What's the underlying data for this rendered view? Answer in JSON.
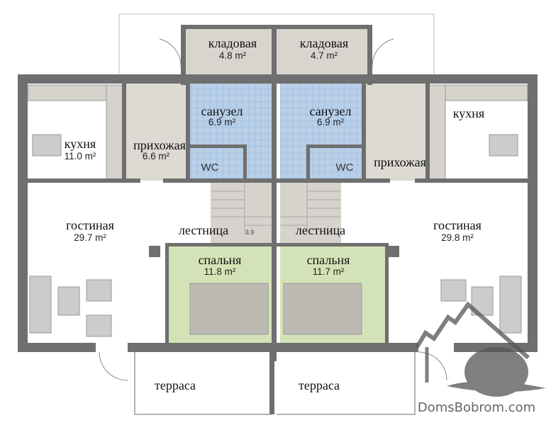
{
  "colors": {
    "wall": "#6f6f6f",
    "storage": "#d8d5ce",
    "bath": "#b8cfe8",
    "hall": "#dddad4",
    "bedroom": "#d4e3b7",
    "stairs": "#d6d3cc"
  },
  "rooms": {
    "storage_left": {
      "name": "кладовая",
      "area": "4.8 m²"
    },
    "storage_right": {
      "name": "кладовая",
      "area": "4.7 m²"
    },
    "bath_left": {
      "name": "санузел",
      "area": "6.9 m²",
      "wc": "WC"
    },
    "bath_right": {
      "name": "санузел",
      "area": "6.9 m²",
      "wc": "WC"
    },
    "kitchen_left": {
      "name": "кухня",
      "area": "11.0 m²"
    },
    "kitchen_right": {
      "name": "кухня"
    },
    "hall_left": {
      "name": "прихожая",
      "area": "6.6 m²"
    },
    "hall_right": {
      "name": "прихожая"
    },
    "living_left": {
      "name": "гостиная",
      "area": "29.7 m²"
    },
    "living_right": {
      "name": "гостиная",
      "area": "29.8 m²"
    },
    "stairs_left": {
      "name": "лестница",
      "area": "3.9"
    },
    "stairs_right": {
      "name": "лестница"
    },
    "bedroom_left": {
      "name": "спальня",
      "area": "11.8 m²"
    },
    "bedroom_right": {
      "name": "спальня",
      "area": "11.7 m²"
    },
    "terrace_left": {
      "name": "терраса"
    },
    "terrace_right": {
      "name": "терраса"
    }
  },
  "watermark": {
    "text": "DomsBobrom.com"
  }
}
